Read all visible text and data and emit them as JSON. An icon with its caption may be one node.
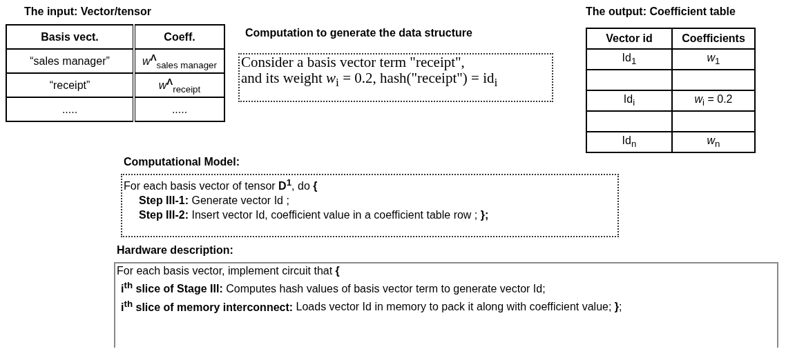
{
  "diagram": {
    "nodes": [
      {
        "text": [
          "Computation to generate the data structure",
          "Consider a basis vector term \"receipt\",",
          "and its weight *w*$_{i}$ = 0.2, hash(\"receipt\") = id$_{i}$"
        ]
      },
      {
        "text": [
          "Computational Model:",
          "For each basis vector of tensor **D**$^{1}$, do **{**",
          "**Step III-1:** Generate vector Id ;",
          "**Step III-2:** Insert vector Id, coefficient value in a coefficient table row ; **};**"
        ]
      },
      {
        "text": [
          "Hardware description:",
          "For each basis vector, implement circuit that **{**",
          "**i$^{th}$ slice of Stage III:** Computes hash values of basis vector term to generate vector Id;",
          "**i$^{th}$ slice of memory interconnect:** Loads vector Id in memory to pack it along with coefficient value; **}**;"
        ]
      }
    ],
    "edges": [],
    "labels": [
      "The input: Vector/tensor",
      "Basis vect.",
      "Coeff.",
      "“sales manager”",
      "*w*$^{Λ}$$_{sales manager}$",
      "“receipt”",
      "*w*$^{Λ}$$_{receipt}$",
      ".....",
      ".....",
      "The output: Coefficient table",
      "Vector id",
      "Coefficients",
      "Id$_{1}$",
      "*w*$_{1}$",
      "Id$_{i}$",
      "*w*$_{i}$ = 0.2",
      "Id$_{n}$",
      "*w*$_{n}$"
    ]
  }
}
